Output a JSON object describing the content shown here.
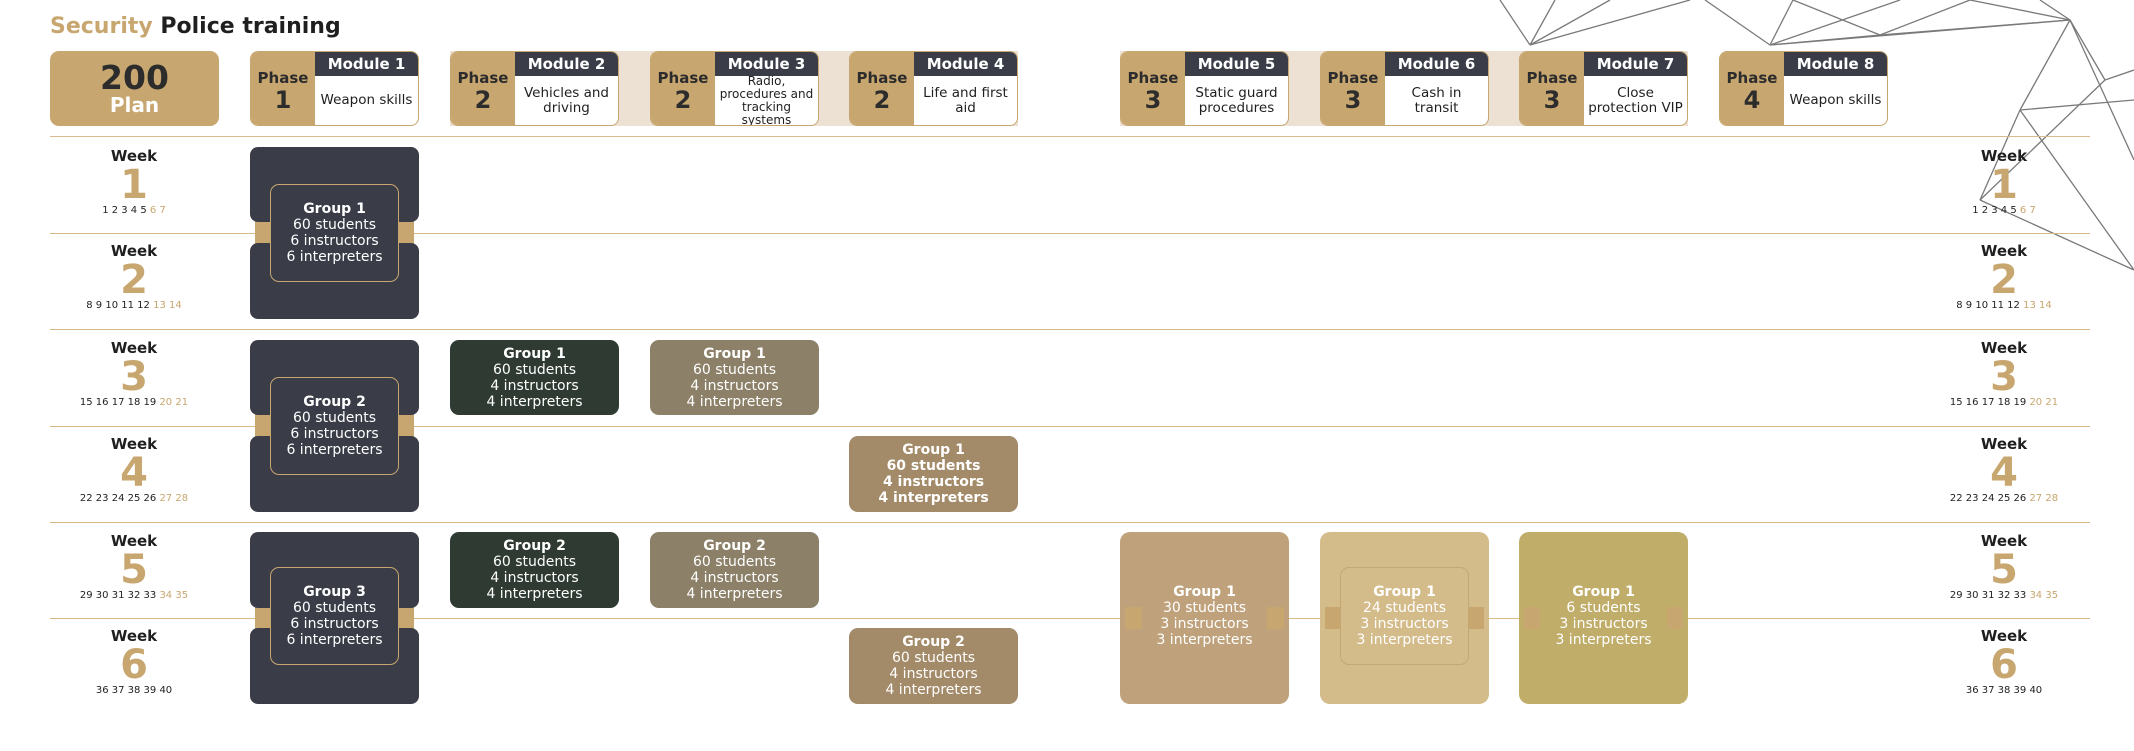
{
  "title": {
    "accent": "Security",
    "rest": "Police training"
  },
  "plan": {
    "number": "200",
    "label": "Plan"
  },
  "modules": [
    {
      "phase_label": "Phase",
      "phase": "1",
      "title": "Module 1",
      "desc": "Weapon skills"
    },
    {
      "phase_label": "Phase",
      "phase": "2",
      "title": "Module 2",
      "desc": "Vehicles and driving"
    },
    {
      "phase_label": "Phase",
      "phase": "2",
      "title": "Module 3",
      "desc": "Radio, procedures and tracking systems"
    },
    {
      "phase_label": "Phase",
      "phase": "2",
      "title": "Module 4",
      "desc": "Life and first aid"
    },
    {
      "phase_label": "Phase",
      "phase": "3",
      "title": "Module 5",
      "desc": "Static guard procedures"
    },
    {
      "phase_label": "Phase",
      "phase": "3",
      "title": "Module 6",
      "desc": "Cash in transit"
    },
    {
      "phase_label": "Phase",
      "phase": "3",
      "title": "Module 7",
      "desc": "Close protection VIP"
    },
    {
      "phase_label": "Phase",
      "phase": "4",
      "title": "Module 8",
      "desc": "Weapon skills"
    }
  ],
  "weeks": [
    {
      "label": "Week",
      "number": "1",
      "days": "1 2 3 4 5",
      "weekend": "6 7"
    },
    {
      "label": "Week",
      "number": "2",
      "days": "8 9 10 11 12",
      "weekend": "13 14"
    },
    {
      "label": "Week",
      "number": "3",
      "days": "15 16 17 18 19",
      "weekend": "20 21"
    },
    {
      "label": "Week",
      "number": "4",
      "days": "22 23 24 25 26",
      "weekend": "27 28"
    },
    {
      "label": "Week",
      "number": "5",
      "days": "29 30 31 32 33",
      "weekend": "34 35"
    },
    {
      "label": "Week",
      "number": "6",
      "days": "36 37 38 39 40",
      "weekend": ""
    }
  ],
  "groups": {
    "m1_g1": {
      "name": "Group 1",
      "students": "60 students",
      "instructors": "6 instructors",
      "interpreters": "6 interpreters"
    },
    "m1_g2": {
      "name": "Group 2",
      "students": "60 students",
      "instructors": "6 instructors",
      "interpreters": "6 interpreters"
    },
    "m1_g3": {
      "name": "Group 3",
      "students": "60 students",
      "instructors": "6 instructors",
      "interpreters": "6 interpreters"
    },
    "m2_g1": {
      "name": "Group 1",
      "students": "60 students",
      "instructors": "4 instructors",
      "interpreters": "4 interpreters"
    },
    "m2_g2": {
      "name": "Group 2",
      "students": "60 students",
      "instructors": "4 instructors",
      "interpreters": "4 interpreters"
    },
    "m3_g1": {
      "name": "Group 1",
      "students": "60 students",
      "instructors": "4 instructors",
      "interpreters": "4 interpreters"
    },
    "m3_g2": {
      "name": "Group 2",
      "students": "60 students",
      "instructors": "4 instructors",
      "interpreters": "4 interpreters"
    },
    "m4_g1": {
      "name": "Group 1",
      "students": "60 students",
      "instructors": "4 instructors",
      "interpreters": "4 interpreters"
    },
    "m4_g2": {
      "name": "Group 2",
      "students": "60 students",
      "instructors": "4 instructors",
      "interpreters": "4 interpreters"
    },
    "m5_g1": {
      "name": "Group 1",
      "students": "30 students",
      "instructors": "3 instructors",
      "interpreters": "3 interpreters"
    },
    "m6_g1": {
      "name": "Group 1",
      "students": "24 students",
      "instructors": "3 instructors",
      "interpreters": "3 interpreters"
    },
    "m7_g1": {
      "name": "Group 1",
      "students": "6 students",
      "instructors": "3 instructors",
      "interpreters": "3 interpreters"
    }
  },
  "colors": {
    "accent": "#c8a66f",
    "header_dark": "#3a3d48",
    "module1_dark": "#3a3d48",
    "module2_green": "#2f3a33",
    "module3_olive": "#8c8068",
    "module4_brown": "#a38a68",
    "module5_tan": "#bfa27b",
    "module6_sand": "#d4bb8a",
    "module7_mustard": "#c0ad6a"
  }
}
